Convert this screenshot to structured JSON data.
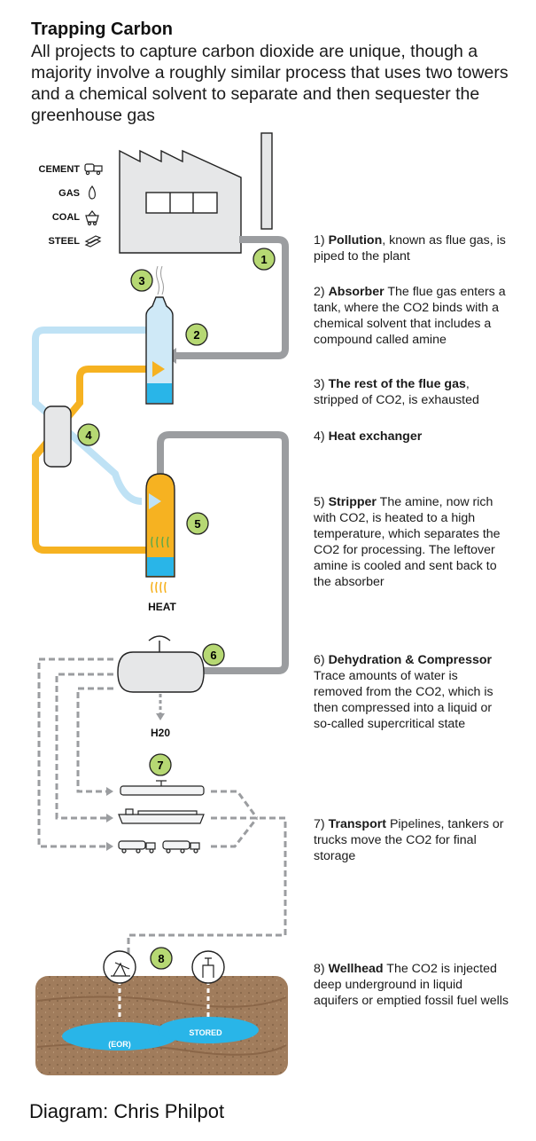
{
  "title": "Trapping Carbon",
  "subtitle": "All projects to capture carbon dioxide are unique, though a majority involve a roughly similar process that uses two towers and a chemical solvent to separate and then sequester the greenhouse gas",
  "sources": [
    {
      "label": "CEMENT",
      "icon": "cement-truck-icon"
    },
    {
      "label": "GAS",
      "icon": "flame-icon"
    },
    {
      "label": "COAL",
      "icon": "coal-cart-icon"
    },
    {
      "label": "STEEL",
      "icon": "steel-beams-icon"
    }
  ],
  "markers": [
    "1",
    "2",
    "3",
    "4",
    "5",
    "6",
    "7",
    "8"
  ],
  "labels": {
    "heat": "HEAT",
    "h2o": "H20",
    "eor": "(EOR)",
    "stored": "STORED"
  },
  "steps": [
    {
      "heading": "Pollution",
      "prefix": "1) ",
      "text": ", known as flue gas, is piped to the plant"
    },
    {
      "heading": "Absorber",
      "prefix": "2) ",
      "text": " The flue gas enters a tank, where the CO2 binds with a chemical solvent that includes a compound called amine"
    },
    {
      "heading": "The rest of the flue gas",
      "prefix": "3) ",
      "text": ", stripped of CO2, is exhausted"
    },
    {
      "heading": "Heat exchanger",
      "prefix": "4) ",
      "text": ""
    },
    {
      "heading": "Stripper",
      "prefix": "5) ",
      "text": " The amine, now rich with CO2, is heated to a high temperature, which separates the CO2 for processing. The leftover amine is cooled and sent back to the absorber"
    },
    {
      "heading": "Dehydration & Compressor",
      "prefix": "6) ",
      "text": " Trace amounts of water is removed from the CO2, which is then compressed into a liquid or so-called supercritical state"
    },
    {
      "heading": "Transport",
      "prefix": "7) ",
      "text": " Pipelines, tankers or trucks move the CO2 for final storage"
    },
    {
      "heading": "Wellhead",
      "prefix": "8) ",
      "text": " The CO2 is injected deep underground in liquid aquifers or emptied fossil fuel wells"
    }
  ],
  "credit": "Diagram: Chris Philpot",
  "colors": {
    "flue_gas": "#9b9da0",
    "lean_amine": "#bfe2f5",
    "rich_amine": "#f6b221",
    "tank_liquid": "#29b5e8",
    "marker_fill": "#b6d873",
    "soil": "#a07c5c"
  }
}
